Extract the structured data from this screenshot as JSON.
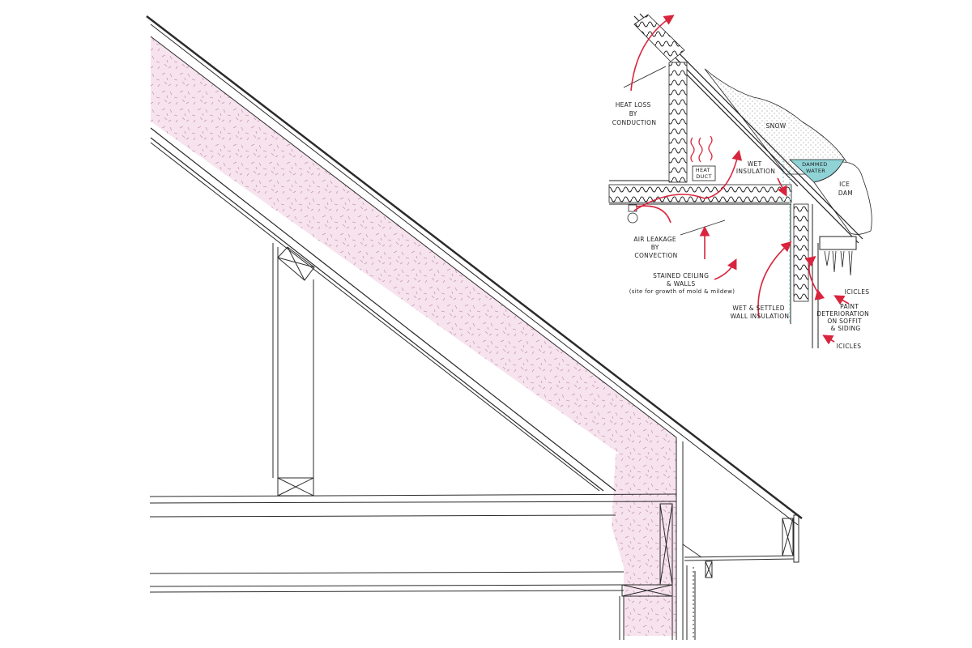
{
  "main_drawing": {
    "description": "Roof and wall cross-section with pink blown/batt insulation",
    "colors": {
      "insulation": "#f7e3ee",
      "insulation_fleck": "#c79ab5",
      "line": "#2b2b2b",
      "background": "#ffffff"
    }
  },
  "inset": {
    "colors": {
      "arrow": "#d8243c",
      "dammed_water": "#8fd3d6",
      "snow_dots": "#9a9a9a",
      "line": "#222222"
    },
    "labels": {
      "heat_loss": [
        "HEAT LOSS",
        "BY",
        "CONDUCTION"
      ],
      "heat_duct": [
        "HEAT",
        "DUCT"
      ],
      "snow": "SNOW",
      "wet_insulation": [
        "WET",
        "INSULATION"
      ],
      "dammed_water": [
        "DAMMED",
        "WATER"
      ],
      "ice_dam": [
        "ICE",
        "DAM"
      ],
      "air_leakage": [
        "AIR LEAKAGE",
        "BY",
        "CONVECTION"
      ],
      "stained": [
        "STAINED CEILING",
        "& WALLS",
        "(site for growth of mold & mildew)"
      ],
      "wet_settled": [
        "WET & SETTLED",
        "WALL INSULATION"
      ],
      "icicles_top": "ICICLES",
      "paint": [
        "PAINT",
        "DETERIORATION",
        "ON SOFFIT",
        "& SIDING"
      ],
      "icicles_bottom": "ICICLES"
    }
  }
}
